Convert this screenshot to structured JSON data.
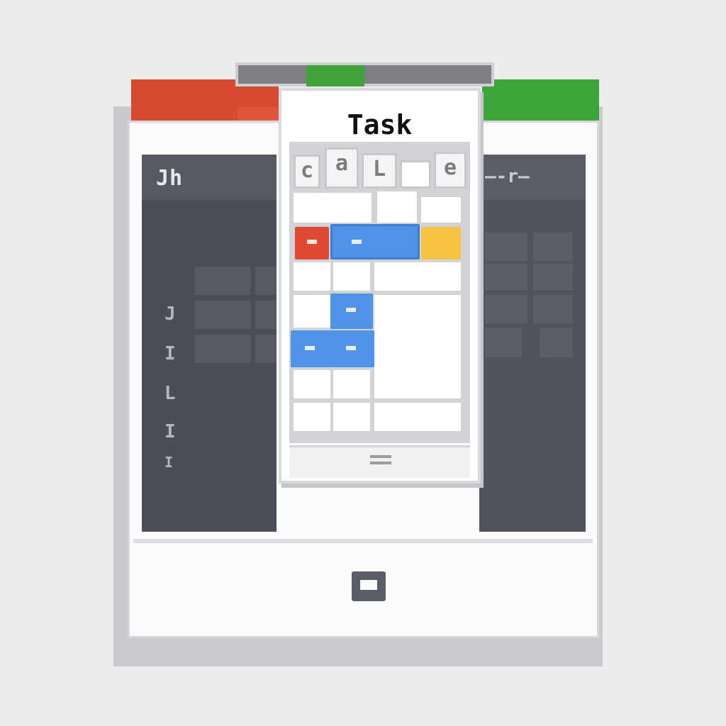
{
  "window": {
    "title": "Task"
  },
  "colors": {
    "event_red": "#e04a35",
    "event_blue": "#4f93e6",
    "event_yellow": "#f5c542",
    "tab_red": "#d64a32",
    "tab_green": "#3ea33a",
    "panel_dark": "#4a4e56"
  },
  "left_panel": {
    "header": "Jh",
    "row_marks": [
      "J",
      "I",
      "L",
      "I",
      "I"
    ]
  },
  "right_panel": {
    "header": "—-r—"
  },
  "calendar": {
    "header_letters": [
      "c",
      "a",
      "L",
      "",
      "e"
    ],
    "events": [
      {
        "color": "red",
        "row": 2,
        "col": 0,
        "span": 1
      },
      {
        "color": "blue",
        "row": 2,
        "col": 1,
        "span": 2
      },
      {
        "color": "yellow",
        "row": 2,
        "col": 3,
        "span": 1
      },
      {
        "color": "blue",
        "row": 4,
        "col": 1,
        "span": 1
      },
      {
        "color": "blue",
        "row": 5,
        "col": 0,
        "span": 1
      },
      {
        "color": "blue",
        "row": 5,
        "col": 1,
        "span": 1
      }
    ]
  },
  "footer": {
    "icon": "inbox-icon",
    "home_icon": "menu-lines-icon"
  }
}
